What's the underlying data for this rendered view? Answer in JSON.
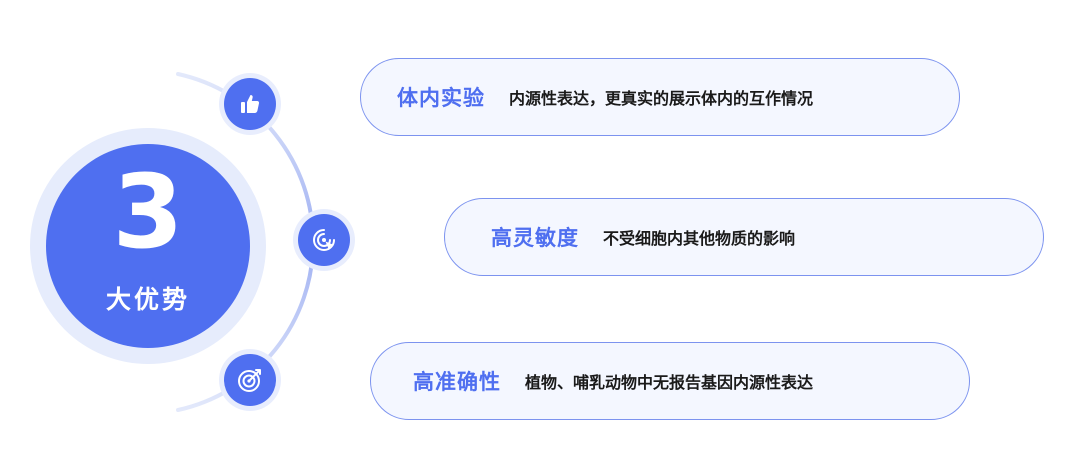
{
  "badge": {
    "number": "3",
    "label": "大优势"
  },
  "advantages": [
    {
      "title": "体内实验",
      "description": "内源性表达，更真实的展示体内的互作情况",
      "icon": "thumbs-up-icon"
    },
    {
      "title": "高灵敏度",
      "description": "不受细胞内其他物质的影响",
      "icon": "radar-click-icon"
    },
    {
      "title": "高准确性",
      "description": "植物、哺乳动物中无报告基因内源性表达",
      "icon": "target-arrow-icon"
    }
  ],
  "colors": {
    "accent": "#4f6ff0",
    "pill_border": "#7c93ef",
    "pill_bg": "#f4f7ff",
    "halo": "#e6ecfc"
  }
}
